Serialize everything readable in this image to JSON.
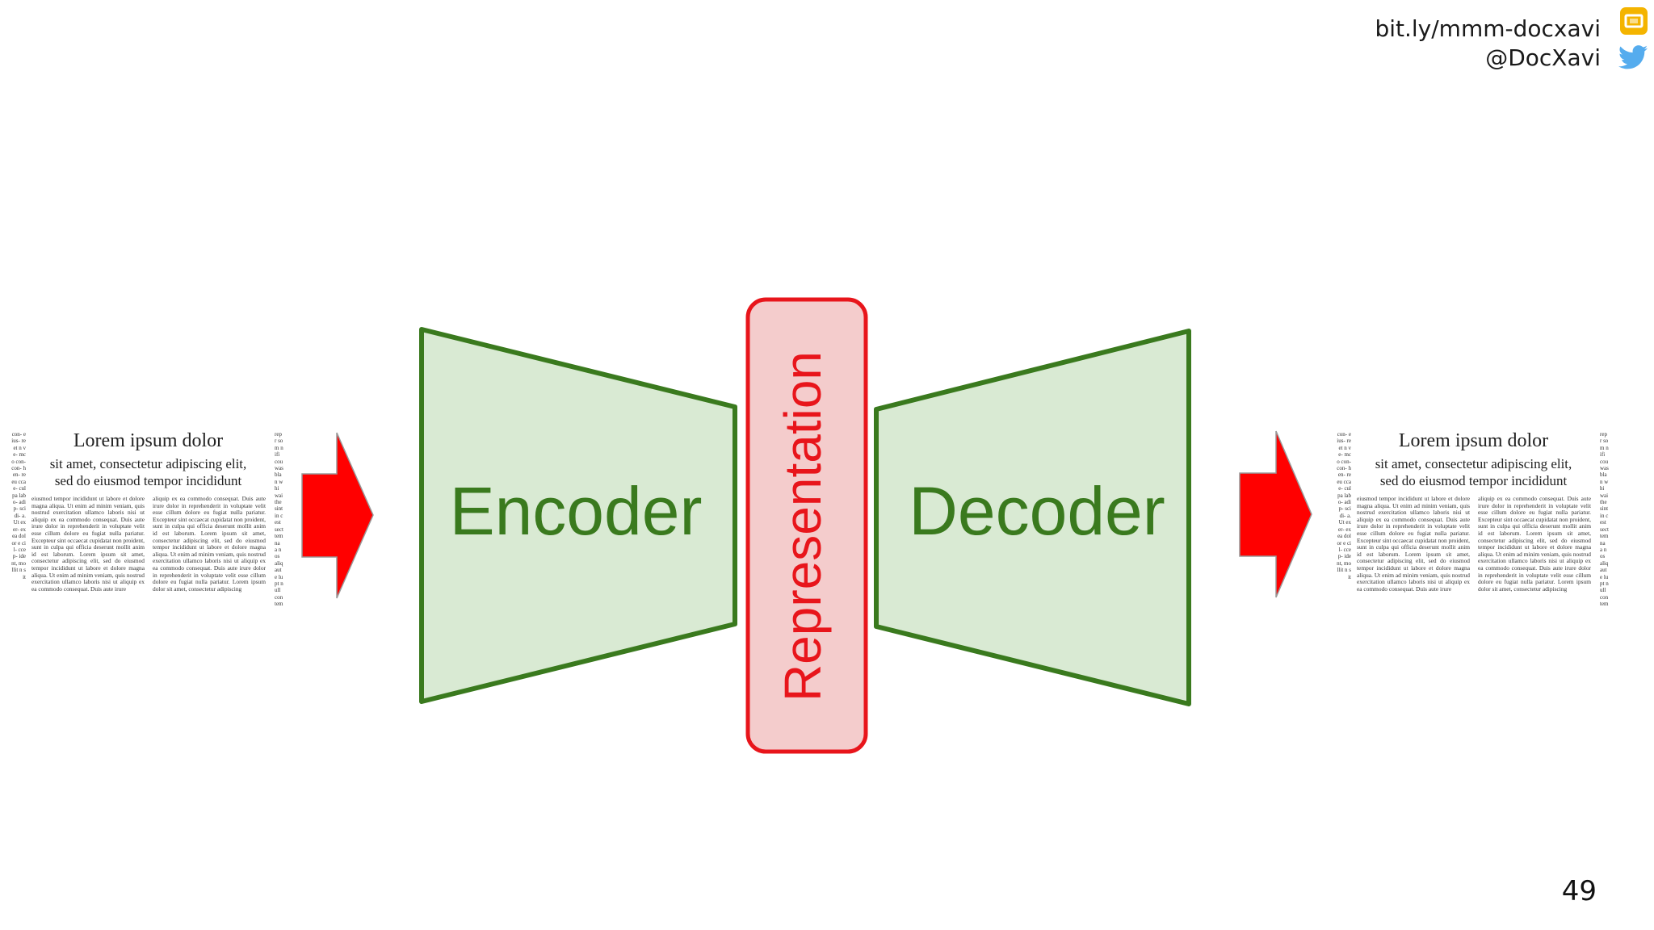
{
  "header": {
    "url": "bit.ly/mmm-docxavi",
    "handle": "@DocXavi",
    "slides_icon": "google-slides-icon",
    "twitter_icon": "twitter-bird-icon"
  },
  "page_number": "49",
  "diagram": {
    "encoder_label": "Encoder",
    "representation_label": "Representation",
    "decoder_label": "Decoder",
    "colors": {
      "block_fill": "#d9ead3",
      "block_stroke": "#3a7a1e",
      "block_text": "#3a7a1e",
      "representation_fill": "#f4cccc",
      "representation_stroke": "#e8151b",
      "representation_text": "#e8151b",
      "arrow_fill": "#ff0000",
      "arrow_stroke": "#999999"
    }
  },
  "input_document": {
    "title": "Lorem ipsum dolor",
    "subtitle_line1": "sit amet, consectetur adipiscing elit,",
    "subtitle_line2": "sed do eiusmod tempor incididunt",
    "left_edge_text": "con- eius- re et n ve- mco con- con- hen- re eu ccae- culpa labo- adip- scidi- a. Ut exer- ex ea dolor e cil- ccep- ident, mollit n sit",
    "right_edge_text": "repr som nifi cou was blan whi wai the sint in c est sect tem na a nos aliq aute lupt null con tem",
    "column1_text": "eiusmod tempor incididunt ut labore et dolore magna aliqua. Ut enim ad minim veniam, quis nostrud exercitation ullamco laboris nisi ut aliquip ex ea commodo consequat. Duis aute irure dolor in reprehenderit in voluptate velit esse cillum dolore eu fugiat nulla pariatur. Excepteur sint occaecat cupidatat non proident, sunt in culpa qui officia deserunt mollit anim id est laborum. Lorem ipsum sit amet, consectetur adipiscing elit, sed do eiusmod tempor incididunt ut labore et dolore magna aliqua. Ut enim ad minim veniam, quis nostrud exercitation ullamco laboris nisi ut aliquip ex ea commodo consequat. Duis aute irure",
    "column2_text": "aliquip ex ea commodo consequat. Duis aute irure dolor in reprehenderit in voluptate velit esse cillum dolore eu fugiat nulla pariatur. Excepteur sint occaecat cupidatat non proident, sunt in culpa qui officia deserunt mollit anim id est laborum. Lorem ipsum sit amet, consectetur adipiscing elit, sed do eiusmod tempor incididunt ut labore et dolore magna aliqua. Ut enim ad minim veniam, quis nostrud exercitation ullamco laboris nisi ut aliquip ex ea commodo consequat. Duis aute irure dolor in reprehenderit in voluptate velit esse cillum dolore eu fugiat nulla pariatur. Lorem ipsum dolor sit amet, consectetur adipiscing"
  },
  "output_document": {
    "title": "Lorem ipsum dolor",
    "subtitle_line1": "sit amet, consectetur adipiscing elit,",
    "subtitle_line2": "sed do eiusmod tempor incididunt",
    "left_edge_text": "con- eius- re et n ve- mco con- con- hen- re eu ccae- culpa labo- adip- scidi- a. Ut exer- ex ea dolor e cil- ccep- ident, mollit n sit",
    "right_edge_text": "repr som nifi cou was blan whi wai the sint in c est sect tem na a nos aliq aute lupt null con tem",
    "column1_text": "eiusmod tempor incididunt ut labore et dolore magna aliqua. Ut enim ad minim veniam, quis nostrud exercitation ullamco laboris nisi ut aliquip ex ea commodo consequat. Duis aute irure dolor in reprehenderit in voluptate velit esse cillum dolore eu fugiat nulla pariatur. Excepteur sint occaecat cupidatat non proident, sunt in culpa qui officia deserunt mollit anim id est laborum. Lorem ipsum sit amet, consectetur adipiscing elit, sed do eiusmod tempor incididunt ut labore et dolore magna aliqua. Ut enim ad minim veniam, quis nostrud exercitation ullamco laboris nisi ut aliquip ex ea commodo consequat. Duis aute irure",
    "column2_text": "aliquip ex ea commodo consequat. Duis aute irure dolor in reprehenderit in voluptate velit esse cillum dolore eu fugiat nulla pariatur. Excepteur sint occaecat cupidatat non proident, sunt in culpa qui officia deserunt mollit anim id est laborum. Lorem ipsum sit amet, consectetur adipiscing elit, sed do eiusmod tempor incididunt ut labore et dolore magna aliqua. Ut enim ad minim veniam, quis nostrud exercitation ullamco laboris nisi ut aliquip ex ea commodo consequat. Duis aute irure dolor in reprehenderit in voluptate velit esse cillum dolore eu fugiat nulla pariatur. Lorem ipsum dolor sit amet, consectetur adipiscing"
  }
}
